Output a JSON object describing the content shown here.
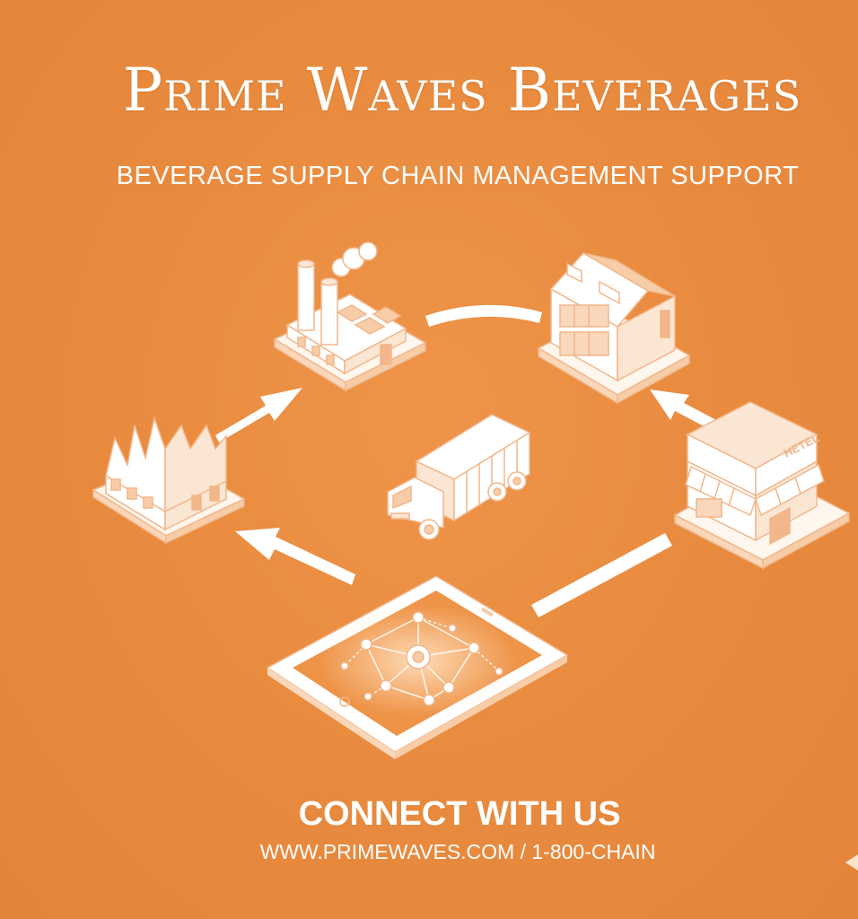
{
  "brand": {
    "title": "Prime Waves Beverages",
    "subtitle": "BEVERAGE SUPPLY CHAIN MANAGEMENT SUPPORT"
  },
  "store_sign": "HETEL",
  "footer": {
    "cta": "CONNECT WITH US",
    "contact": "WWW.PRIMEWAVES.COM / 1-800-CHAIN"
  },
  "colors": {
    "background": "#E88A3E",
    "line": "#FFFFFF",
    "shade": "#F7CDA8"
  },
  "icons": [
    "factory-icon",
    "production-plant-icon",
    "warehouse-icon",
    "delivery-truck-icon",
    "retail-store-icon",
    "tablet-network-icon"
  ]
}
